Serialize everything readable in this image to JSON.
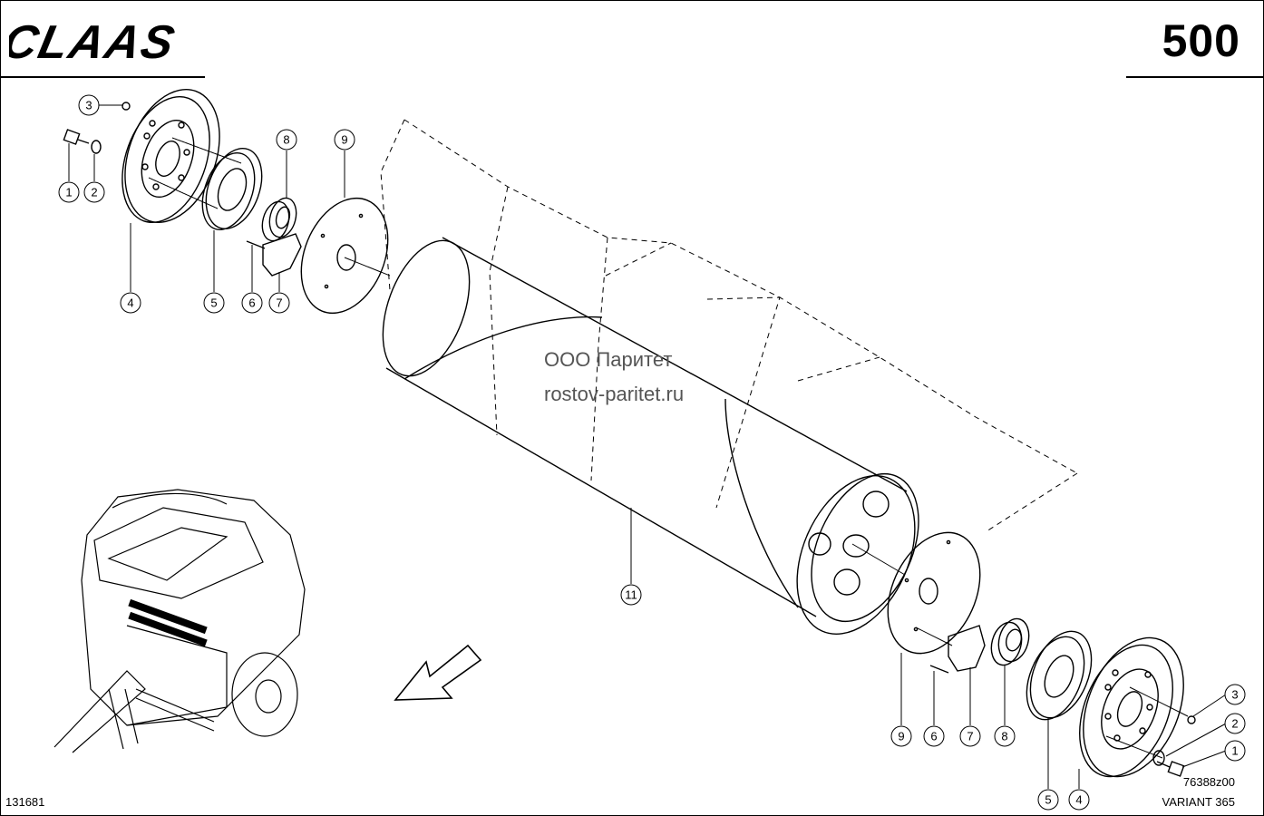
{
  "header": {
    "brand": "CLAAS",
    "page_number": "500"
  },
  "watermark": {
    "line1": "ООО Паритет",
    "line2": "rostov-paritet.ru"
  },
  "footer": {
    "doc_id": "131681",
    "drawing_id": "76388z00",
    "model": "VARIANT 365"
  },
  "callouts": {
    "left": [
      "3",
      "1",
      "2",
      "4",
      "5",
      "6",
      "7",
      "8",
      "9"
    ],
    "center": [
      "11"
    ],
    "right": [
      "9",
      "6",
      "7",
      "8",
      "5",
      "4",
      "3",
      "2",
      "1"
    ]
  }
}
